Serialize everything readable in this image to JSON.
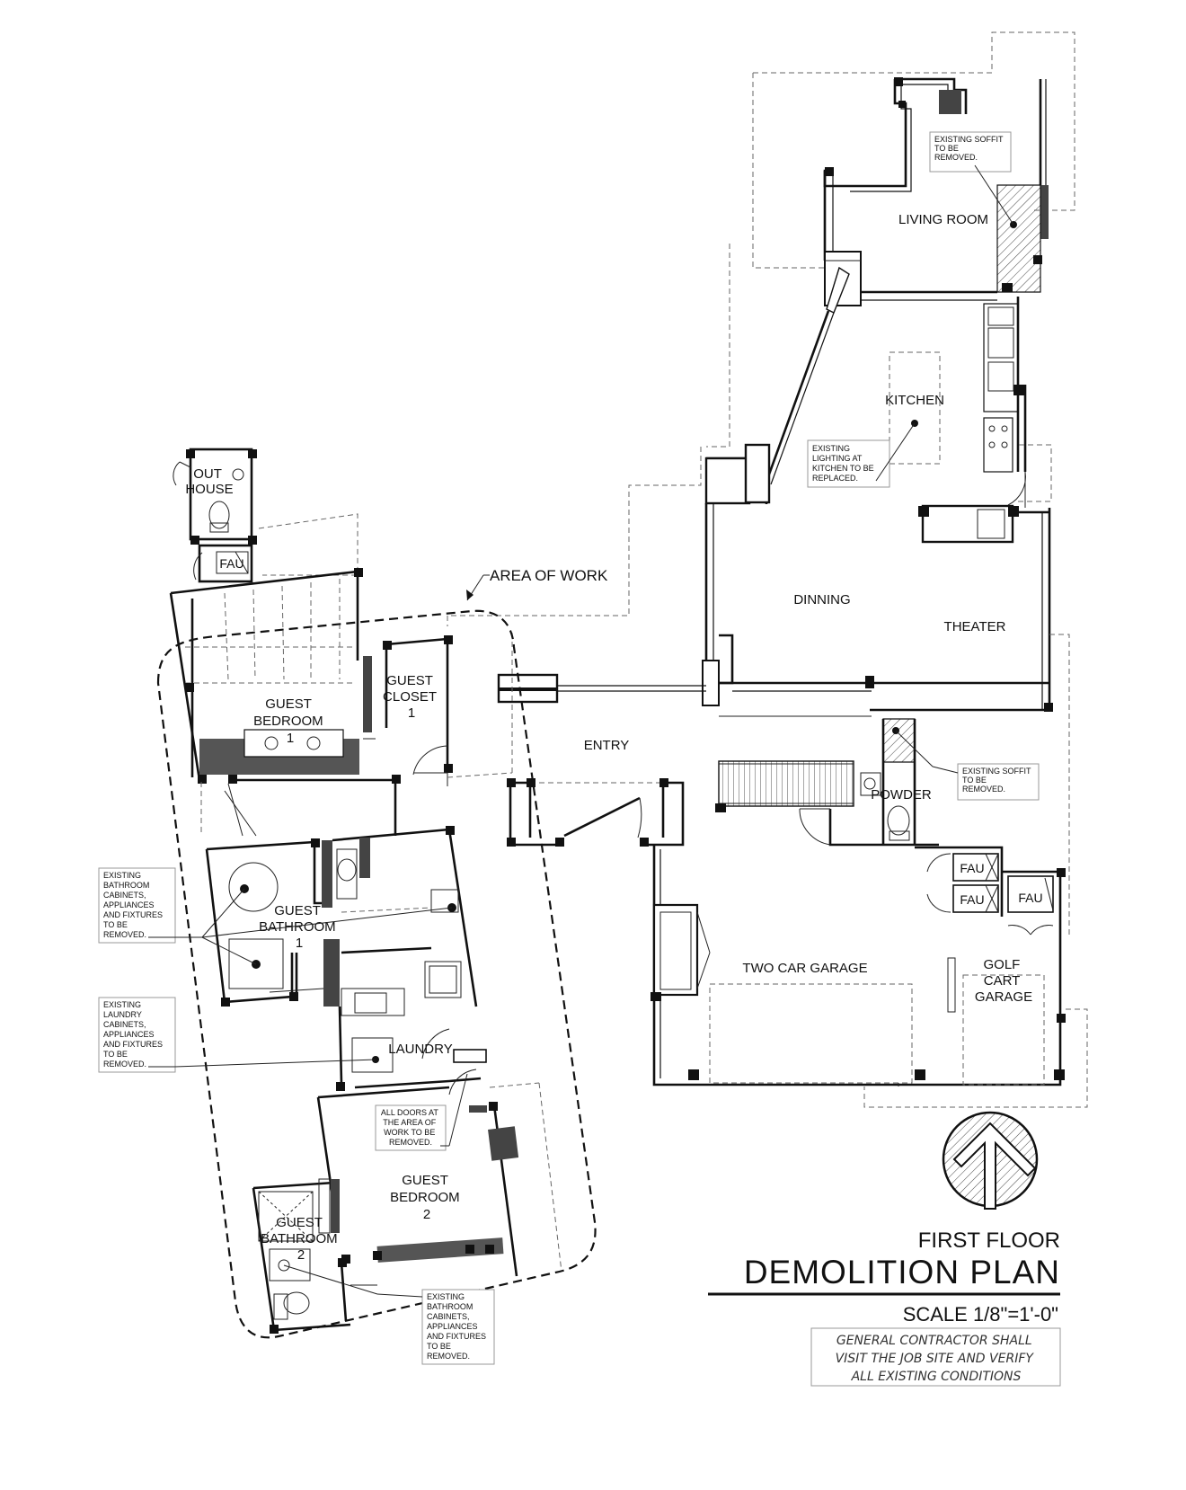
{
  "rooms": {
    "living_room": "LIVING ROOM",
    "kitchen": "KITCHEN",
    "dinning": "DINNING",
    "theater": "THEATER",
    "entry": "ENTRY",
    "powder": "POWDER",
    "two_car_garage": "TWO CAR GARAGE",
    "golf_cart_garage": [
      "GOLF",
      "CART",
      "GARAGE"
    ],
    "out_house": [
      "OUT",
      "HOUSE"
    ],
    "guest_bedroom_1": [
      "GUEST",
      "BEDROOM",
      "1"
    ],
    "guest_closet_1": [
      "GUEST",
      "CLOSET",
      "1"
    ],
    "guest_bathroom_1": [
      "GUEST",
      "BATHROOM",
      "1"
    ],
    "laundry": "LAUNDRY",
    "guest_bedroom_2": [
      "GUEST",
      "BEDROOM",
      "2"
    ],
    "guest_bathroom_2": [
      "GUEST",
      "BATHROOM",
      "2"
    ],
    "fau": "FAU"
  },
  "area_of_work": "AREA OF WORK",
  "notes": {
    "soffit_living": [
      "EXISTING SOFFIT",
      "TO BE",
      "REMOVED."
    ],
    "kitchen_lighting": [
      "EXISTING",
      "LIGHTING AT",
      "KITCHEN TO BE",
      "REPLACED."
    ],
    "soffit_powder": [
      "EXISTING SOFFIT",
      "TO BE",
      "REMOVED."
    ],
    "bathroom_1": [
      "EXISTING",
      "BATHROOM",
      "CABINETS,",
      "APPLIANCES",
      "AND FIXTURES",
      "TO BE",
      "REMOVED."
    ],
    "laundry": [
      "EXISTING",
      "LAUNDRY",
      "CABINETS,",
      "APPLIANCES",
      "AND FIXTURES",
      "TO BE",
      "REMOVED."
    ],
    "doors": [
      "ALL DOORS AT",
      "THE AREA OF",
      "WORK TO BE",
      "REMOVED."
    ],
    "bathroom_2": [
      "EXISTING",
      "BATHROOM",
      "CABINETS,",
      "APPLIANCES",
      "AND FIXTURES",
      "TO BE",
      "REMOVED."
    ]
  },
  "title_block": {
    "floor": "FIRST FLOOR",
    "title": "DEMOLITION PLAN",
    "scale": "SCALE  1/8\"=1'-0\"",
    "disclaimer": [
      "GENERAL CONTRACTOR  SHALL",
      "VISIT THE JOB SITE AND VERIFY",
      "ALL EXISTING CONDITIONS"
    ]
  },
  "north_arrow": "north-arrow-icon"
}
